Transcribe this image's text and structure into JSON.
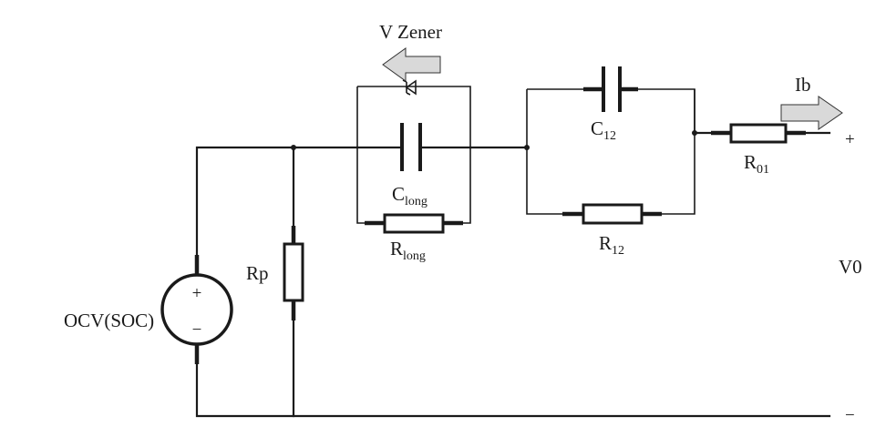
{
  "labels": {
    "v_zener": "V Zener",
    "ib": "Ib",
    "c12_main": "C",
    "c12_sub": "12",
    "clong_main": "C",
    "clong_sub": "long",
    "rlong_main": "R",
    "rlong_sub": "long",
    "r12_main": "R",
    "r12_sub": "12",
    "r01_main": "R",
    "r01_sub": "01",
    "rp": "Rp",
    "ocv": "OCV(SOC)",
    "v0": "V0",
    "terminal_plus": "+",
    "terminal_minus": "−",
    "source_plus": "+",
    "source_minus": "−"
  }
}
